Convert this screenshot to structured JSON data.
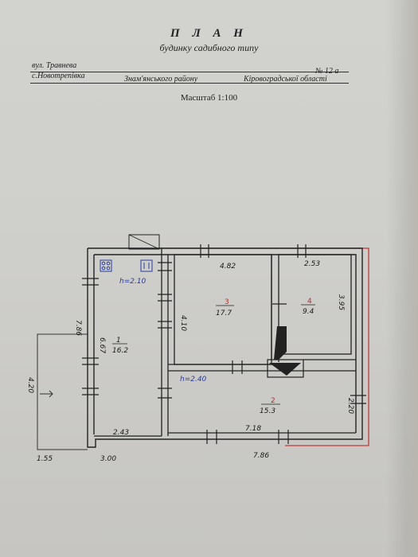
{
  "header": {
    "title": "П Л А Н",
    "subtitle": "будинку садибного типу",
    "street": "вул. Травнева",
    "number": "№ 12 а",
    "village": "с.Новотрепівка",
    "district": "Знам'янського району",
    "region": "Кіровоградської області",
    "scale": "Масштаб 1:100"
  },
  "plan": {
    "rooms": [
      {
        "num": "1",
        "area": "16.2"
      },
      {
        "num": "3",
        "area": "17.7"
      },
      {
        "num": "4",
        "area": "9.4"
      },
      {
        "num": "2",
        "area": "15.3"
      }
    ],
    "heights": {
      "h1": "h=2.10",
      "h2": "h=2.40"
    },
    "dims": {
      "d482": "4.82",
      "d253": "2.53",
      "d410": "4.10",
      "d395": "3.95",
      "d667": "6.67",
      "d786v": "7.86",
      "d420": "4.20",
      "d243": "2.43",
      "d718": "7.18",
      "d220": "2.20",
      "d155": "1.55",
      "d300": "3.00",
      "d786h": "7.86"
    }
  }
}
